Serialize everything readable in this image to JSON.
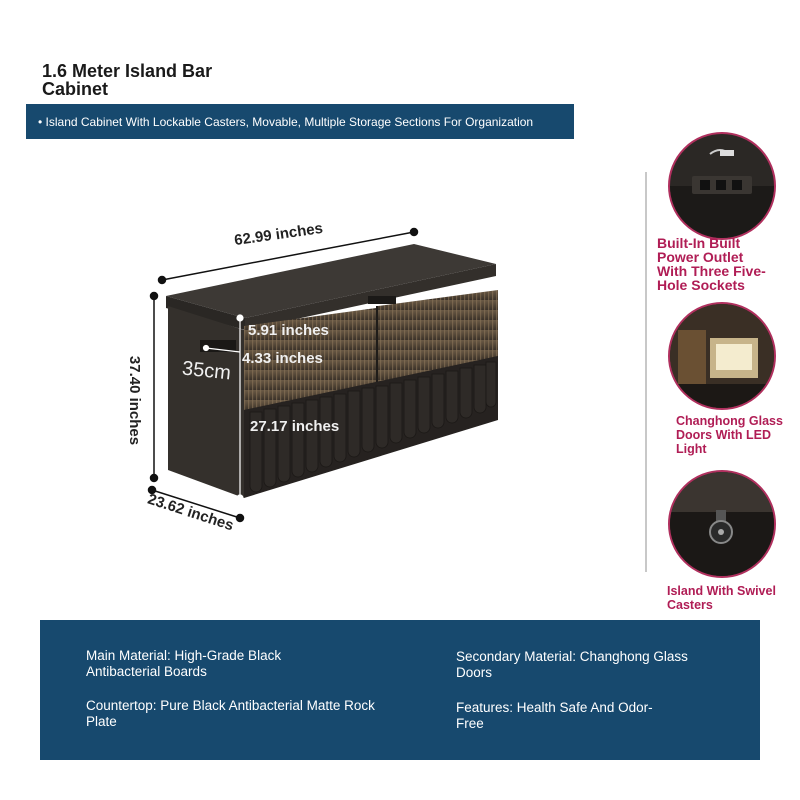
{
  "header": {
    "title": "1.6 Meter Island Bar Cabinet",
    "subtitle": "• Island Cabinet With Lockable Casters, Movable, Multiple Storage Sections For Organization"
  },
  "dimensions": {
    "width": "62.99 inches",
    "height": "37.40 inches",
    "depth": "23.62 inches",
    "top_gap": "5.91 inches",
    "slot": "4.33 inches",
    "side_depth": "35cm",
    "lower_height": "27.17 inches"
  },
  "features": [
    {
      "label": "Built-In Built Power Outlet With Three Five-Hole Sockets",
      "icon": "power-outlet-icon"
    },
    {
      "label": "Changhong Glass Doors With LED Light",
      "icon": "led-glass-door-icon"
    },
    {
      "label": "Island With Swivel Casters",
      "icon": "caster-wheel-icon"
    }
  ],
  "specs": {
    "main_material": "Main Material: High-Grade Black Antibacterial Boards",
    "countertop": "Countertop: Pure Black Antibacterial Matte Rock Plate",
    "secondary_material": "Secondary Material: Changhong Glass Doors",
    "features": "Features: Health Safe And Odor-Free"
  },
  "colors": {
    "brand_blue": "#17496e",
    "accent_magenta": "#b01d55",
    "cabinet": "#2f2a27"
  }
}
